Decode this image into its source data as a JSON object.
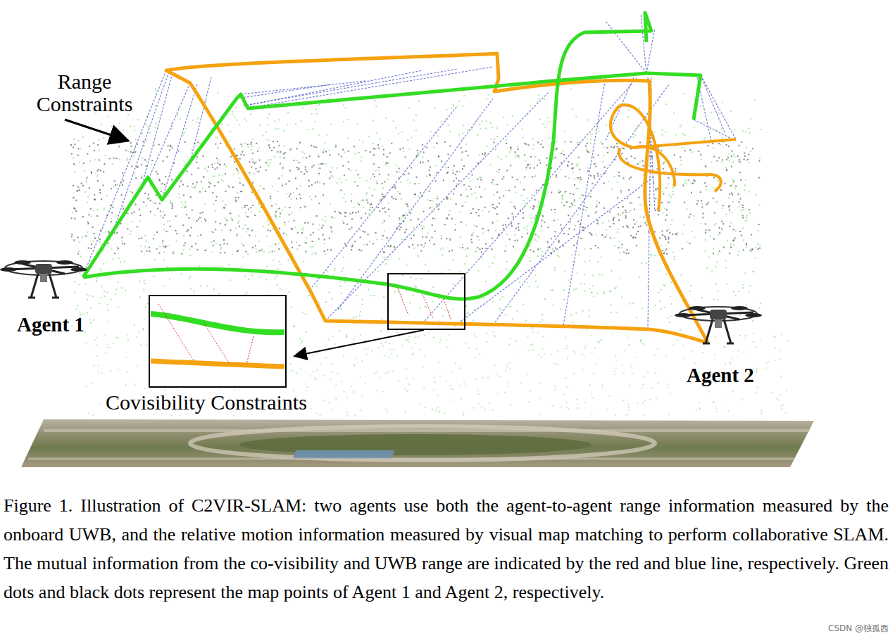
{
  "diagram": {
    "caption": "Figure 1. Illustration of C2VIR-SLAM: two agents use both the agent-to-agent range information measured by the onboard UWB, and the relative motion information measured by visual map matching to perform collaborative SLAM. The mutual information from the co-visibility and UWB range are indicated by the red and blue line, respectively. Green dots and black dots represent the map points of Agent 1 and Agent 2, respectively.",
    "labels": [
      "Range Constraints",
      "Agent 1",
      "Agent 2",
      "Covisibility Constraints",
      "CSDN @独孤西"
    ]
  }
}
